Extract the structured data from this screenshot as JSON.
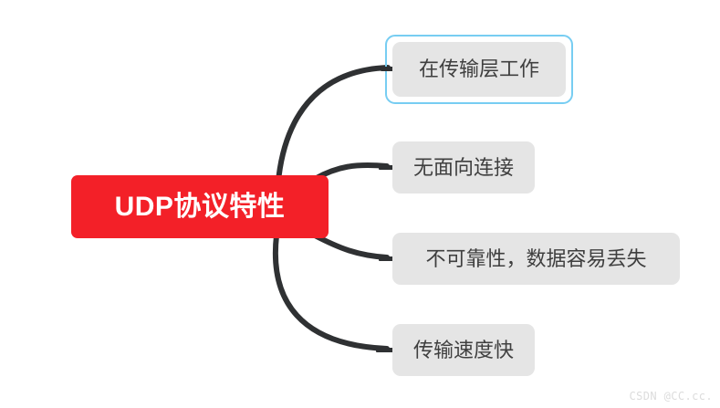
{
  "diagram": {
    "type": "mind-map",
    "background_color": "#ffffff",
    "central_node": {
      "label": "UDP协议特性",
      "fill_color": "#f32028",
      "text_color": "#ffffff"
    },
    "branch_style": {
      "fill_color": "#e5e5e5",
      "text_color": "#3f3f3f",
      "selected_border_color": "#77cdf2",
      "connector_color": "#2f3133"
    },
    "branches": [
      {
        "label": "在传输层工作",
        "selected": true
      },
      {
        "label": "无面向连接",
        "selected": false
      },
      {
        "label": "不可靠性，数据容易丢失",
        "selected": false
      },
      {
        "label": "传输速度快",
        "selected": false
      }
    ]
  },
  "watermark": {
    "text": "CSDN @CC.cc.",
    "color": "#dcdcdc"
  }
}
